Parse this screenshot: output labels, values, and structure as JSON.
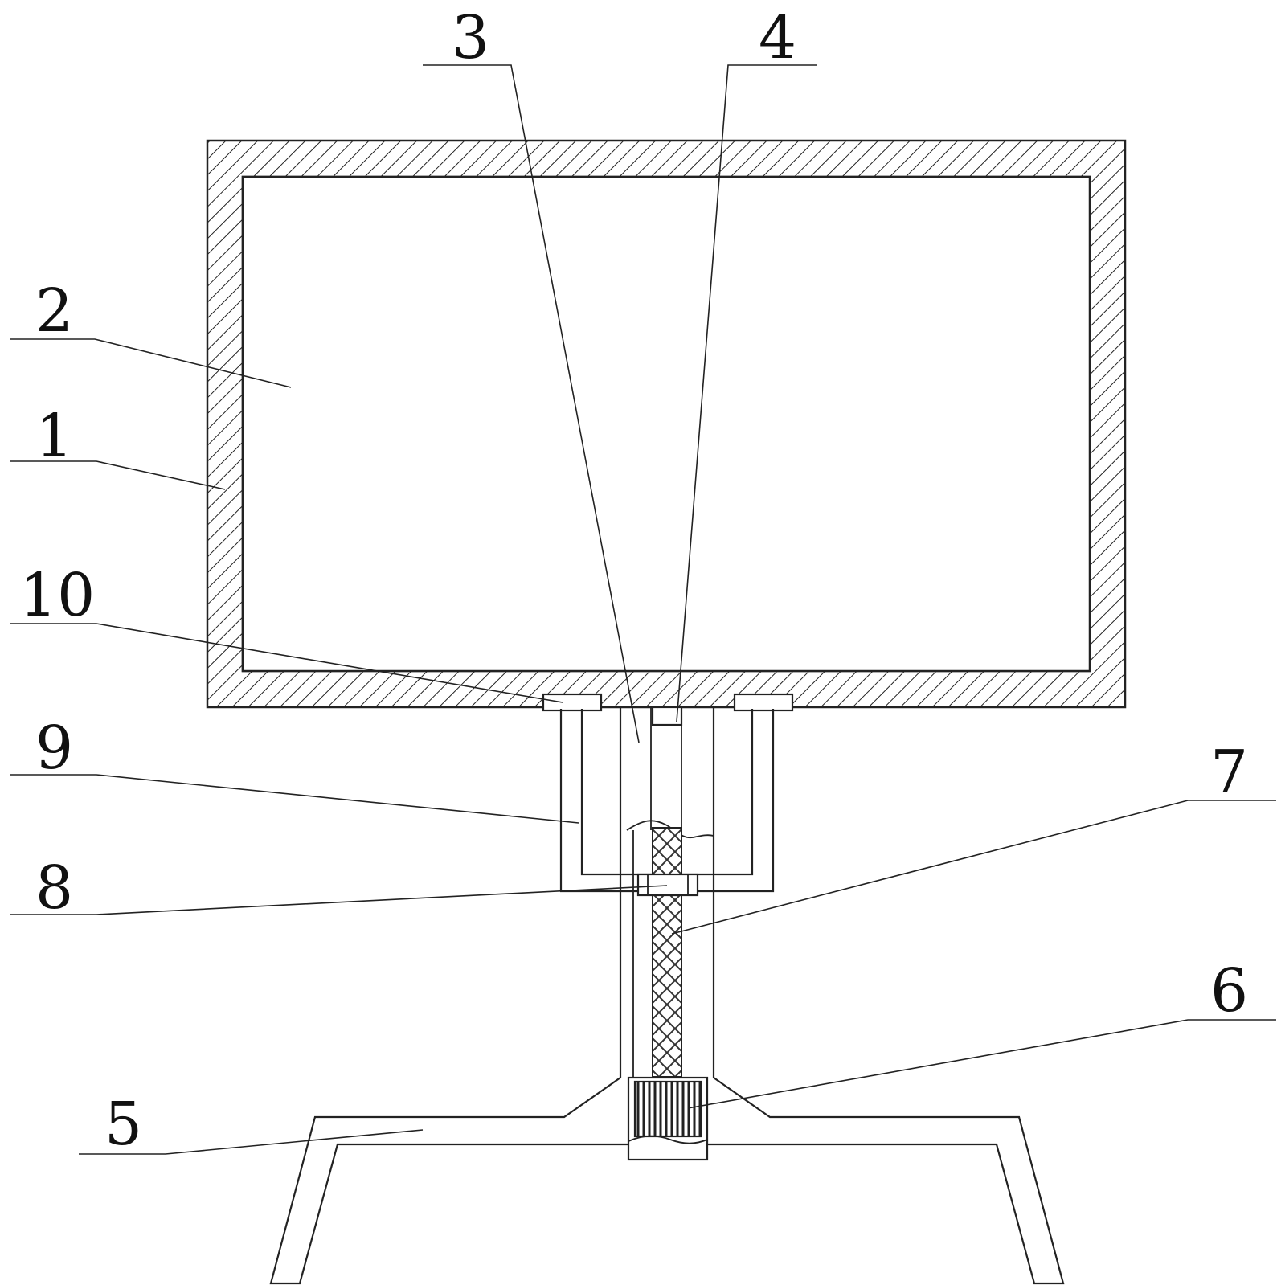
{
  "labels": {
    "l1": "1",
    "l2": "2",
    "l3": "3",
    "l4": "4",
    "l5": "5",
    "l6": "6",
    "l7": "7",
    "l8": "8",
    "l9": "9",
    "l10": "10"
  },
  "colors": {
    "line": "#222222",
    "background": "#ffffff"
  }
}
